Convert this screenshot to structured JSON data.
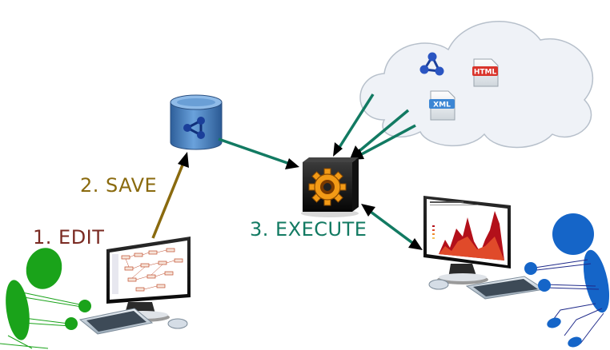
{
  "labels": {
    "step1": "1. EDIT",
    "step2": "2. SAVE",
    "step3": "3. EXECUTE"
  },
  "cloud": {
    "file_html": "HTML",
    "file_xml": "XML"
  },
  "colors": {
    "edit": "#7a2a22",
    "save": "#8a6a0e",
    "execute": "#127a62",
    "arrow_dark": "#000000",
    "green_person": "#1aa31a",
    "blue_person": "#1565c8",
    "cylinder": "#4f86c4",
    "gear": "#f29a16"
  },
  "icons": [
    "share-nodes-icon",
    "html-file-icon",
    "xml-file-icon",
    "gear-icon",
    "database-icon",
    "monitor-icon",
    "keyboard-icon",
    "mouse-icon",
    "cloud-icon"
  ]
}
